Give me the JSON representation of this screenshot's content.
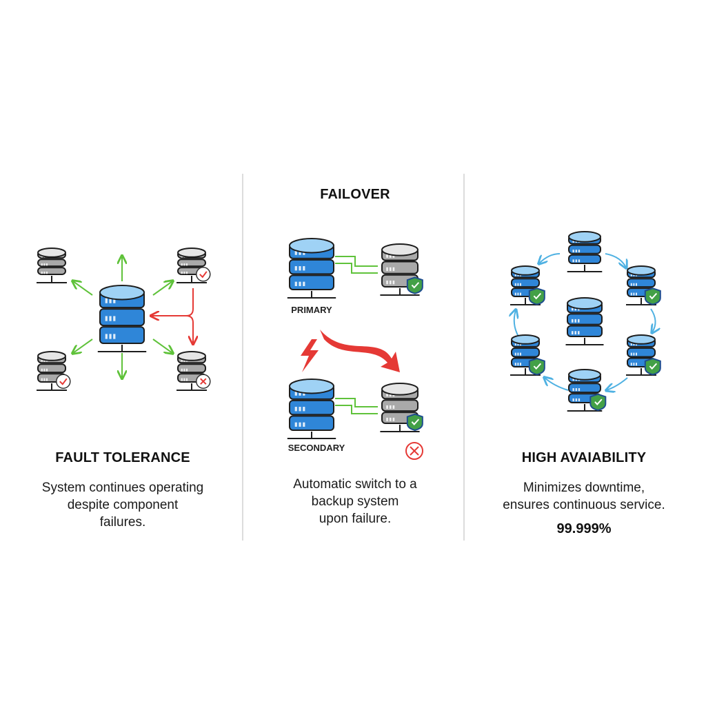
{
  "panels": {
    "fault_tolerance": {
      "title": "FAULT TOLERANCE",
      "description_lines": [
        "System continues operating",
        "despite component",
        "failures."
      ]
    },
    "failover": {
      "title": "FAILOVER",
      "primary_label": "PRIMARY",
      "secondary_label": "SECONDARY",
      "description_lines": [
        "Automatic switch to a",
        "backup system",
        "upon failure."
      ]
    },
    "high_availability": {
      "title": "HIGH AVAIABILITY",
      "description_lines": [
        "Minimizes downtime,",
        "ensures continuous service."
      ],
      "stat": "99.999%"
    }
  },
  "colors": {
    "server_blue": "#2f86d8",
    "server_blue_light": "#9fd2f5",
    "server_gray": "#a9a9a9",
    "arrow_green": "#5fc23a",
    "arrow_red": "#e53935",
    "arrow_cycle": "#4fb1e2",
    "shield_green": "#43a047",
    "divider": "#dcdcdc"
  },
  "icons": [
    "database-server-icon",
    "shield-check-icon",
    "check-badge-icon",
    "x-badge-icon",
    "lightning-bolt-icon",
    "error-circle-icon"
  ]
}
